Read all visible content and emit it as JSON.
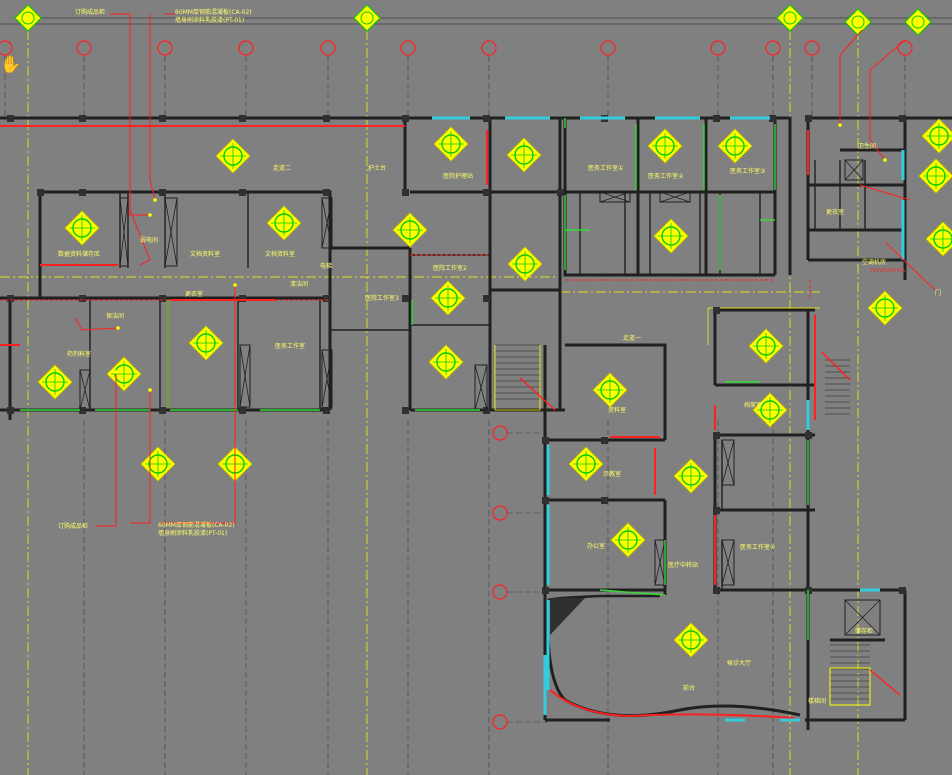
{
  "colors": {
    "background": "#808080",
    "wall": "#202020",
    "axis": "#ffff00",
    "grid_bubble": "#ff2020",
    "glass": "#33ccdd",
    "door": "#33dd33",
    "fixture_fill": "#ffff00",
    "fixture_ring": "#00cc00"
  },
  "tools": {
    "pan_icon": "hand-pan-icon"
  },
  "callouts": [
    {
      "id": "c1",
      "line1": "订购成品柜",
      "line2": ""
    },
    {
      "id": "c2",
      "line1": "60MM厚钢筋混凝板(CA-02)",
      "line2": "墙身刷涂料乳胶漆(PT-01)"
    },
    {
      "id": "c3",
      "line1": "订购成品柜",
      "line2": ""
    },
    {
      "id": "c4",
      "line1": "60MM厚钢筋混凝板(CA-02)",
      "line2": "墙身刷涂料乳胶漆(PT-01)"
    }
  ],
  "rooms": [
    {
      "id": "r1",
      "label": "走道二"
    },
    {
      "id": "r2",
      "label": "护士台"
    },
    {
      "id": "r3",
      "label": "医院护理站"
    },
    {
      "id": "r4",
      "label": "医务工作室①"
    },
    {
      "id": "r5",
      "label": "医务工作室②"
    },
    {
      "id": "r6",
      "label": "医务工作室③"
    },
    {
      "id": "r7",
      "label": "卫生间"
    },
    {
      "id": "r8",
      "label": "更衣室"
    },
    {
      "id": "r9",
      "label": "空调机房"
    },
    {
      "id": "r10",
      "label": "数据资料储存库"
    },
    {
      "id": "r11",
      "label": "弱电间"
    },
    {
      "id": "r12",
      "label": "文档资料室"
    },
    {
      "id": "r13",
      "label": "文档资料室"
    },
    {
      "id": "r14",
      "label": "医院工作室3"
    },
    {
      "id": "r15",
      "label": "清洁间"
    },
    {
      "id": "r16",
      "label": "医院工作室2"
    },
    {
      "id": "r17",
      "label": "保洁间"
    },
    {
      "id": "r18",
      "label": "走道一"
    },
    {
      "id": "r19",
      "label": "更衣室"
    },
    {
      "id": "r20",
      "label": "药剂科室"
    },
    {
      "id": "r21",
      "label": "医务工作室"
    },
    {
      "id": "r22",
      "label": "资料室"
    },
    {
      "id": "r23",
      "label": "示教室"
    },
    {
      "id": "r24",
      "label": "医疗中转站"
    },
    {
      "id": "r25",
      "label": "办公室"
    },
    {
      "id": "r26",
      "label": "档案室"
    },
    {
      "id": "r27",
      "label": "医务工作室④"
    },
    {
      "id": "r28",
      "label": "储存柜"
    },
    {
      "id": "r29",
      "label": "候诊大厅"
    },
    {
      "id": "r30",
      "label": "前台"
    },
    {
      "id": "r31",
      "label": "电梯"
    },
    {
      "id": "r32",
      "label": "楼梯间"
    },
    {
      "id": "r33",
      "label": "门"
    }
  ]
}
